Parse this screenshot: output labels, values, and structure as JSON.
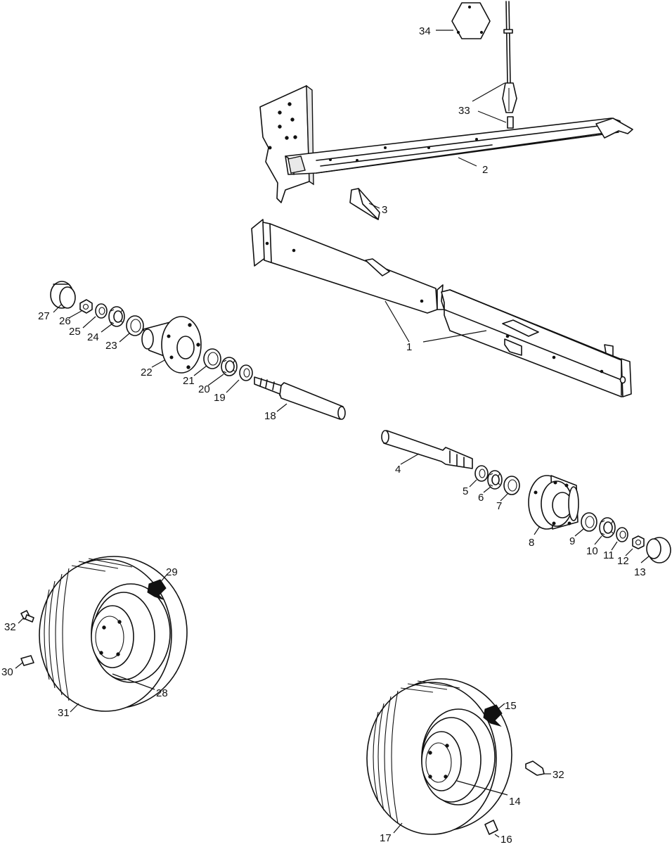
{
  "callouts": [
    {
      "id": "c1",
      "text": "1"
    },
    {
      "id": "c2",
      "text": "2"
    },
    {
      "id": "c3",
      "text": "3"
    },
    {
      "id": "c4",
      "text": "4"
    },
    {
      "id": "c5",
      "text": "5"
    },
    {
      "id": "c6",
      "text": "6"
    },
    {
      "id": "c7",
      "text": "7"
    },
    {
      "id": "c8",
      "text": "8"
    },
    {
      "id": "c9",
      "text": "9"
    },
    {
      "id": "c10",
      "text": "10"
    },
    {
      "id": "c11",
      "text": "11"
    },
    {
      "id": "c12",
      "text": "12"
    },
    {
      "id": "c13",
      "text": "13"
    },
    {
      "id": "c14",
      "text": "14"
    },
    {
      "id": "c15",
      "text": "15"
    },
    {
      "id": "c16",
      "text": "16"
    },
    {
      "id": "c17",
      "text": "17"
    },
    {
      "id": "c18",
      "text": "18"
    },
    {
      "id": "c19",
      "text": "19"
    },
    {
      "id": "c20",
      "text": "20"
    },
    {
      "id": "c21",
      "text": "21"
    },
    {
      "id": "c22",
      "text": "22"
    },
    {
      "id": "c23",
      "text": "23"
    },
    {
      "id": "c24",
      "text": "24"
    },
    {
      "id": "c25",
      "text": "25"
    },
    {
      "id": "c26",
      "text": "26"
    },
    {
      "id": "c27",
      "text": "27"
    },
    {
      "id": "c28",
      "text": "28"
    },
    {
      "id": "c29",
      "text": "29"
    },
    {
      "id": "c30",
      "text": "30"
    },
    {
      "id": "c31",
      "text": "31"
    },
    {
      "id": "c32a",
      "text": "32"
    },
    {
      "id": "c32b",
      "text": "32"
    },
    {
      "id": "c33",
      "text": "33"
    },
    {
      "id": "c34",
      "text": "34"
    }
  ]
}
